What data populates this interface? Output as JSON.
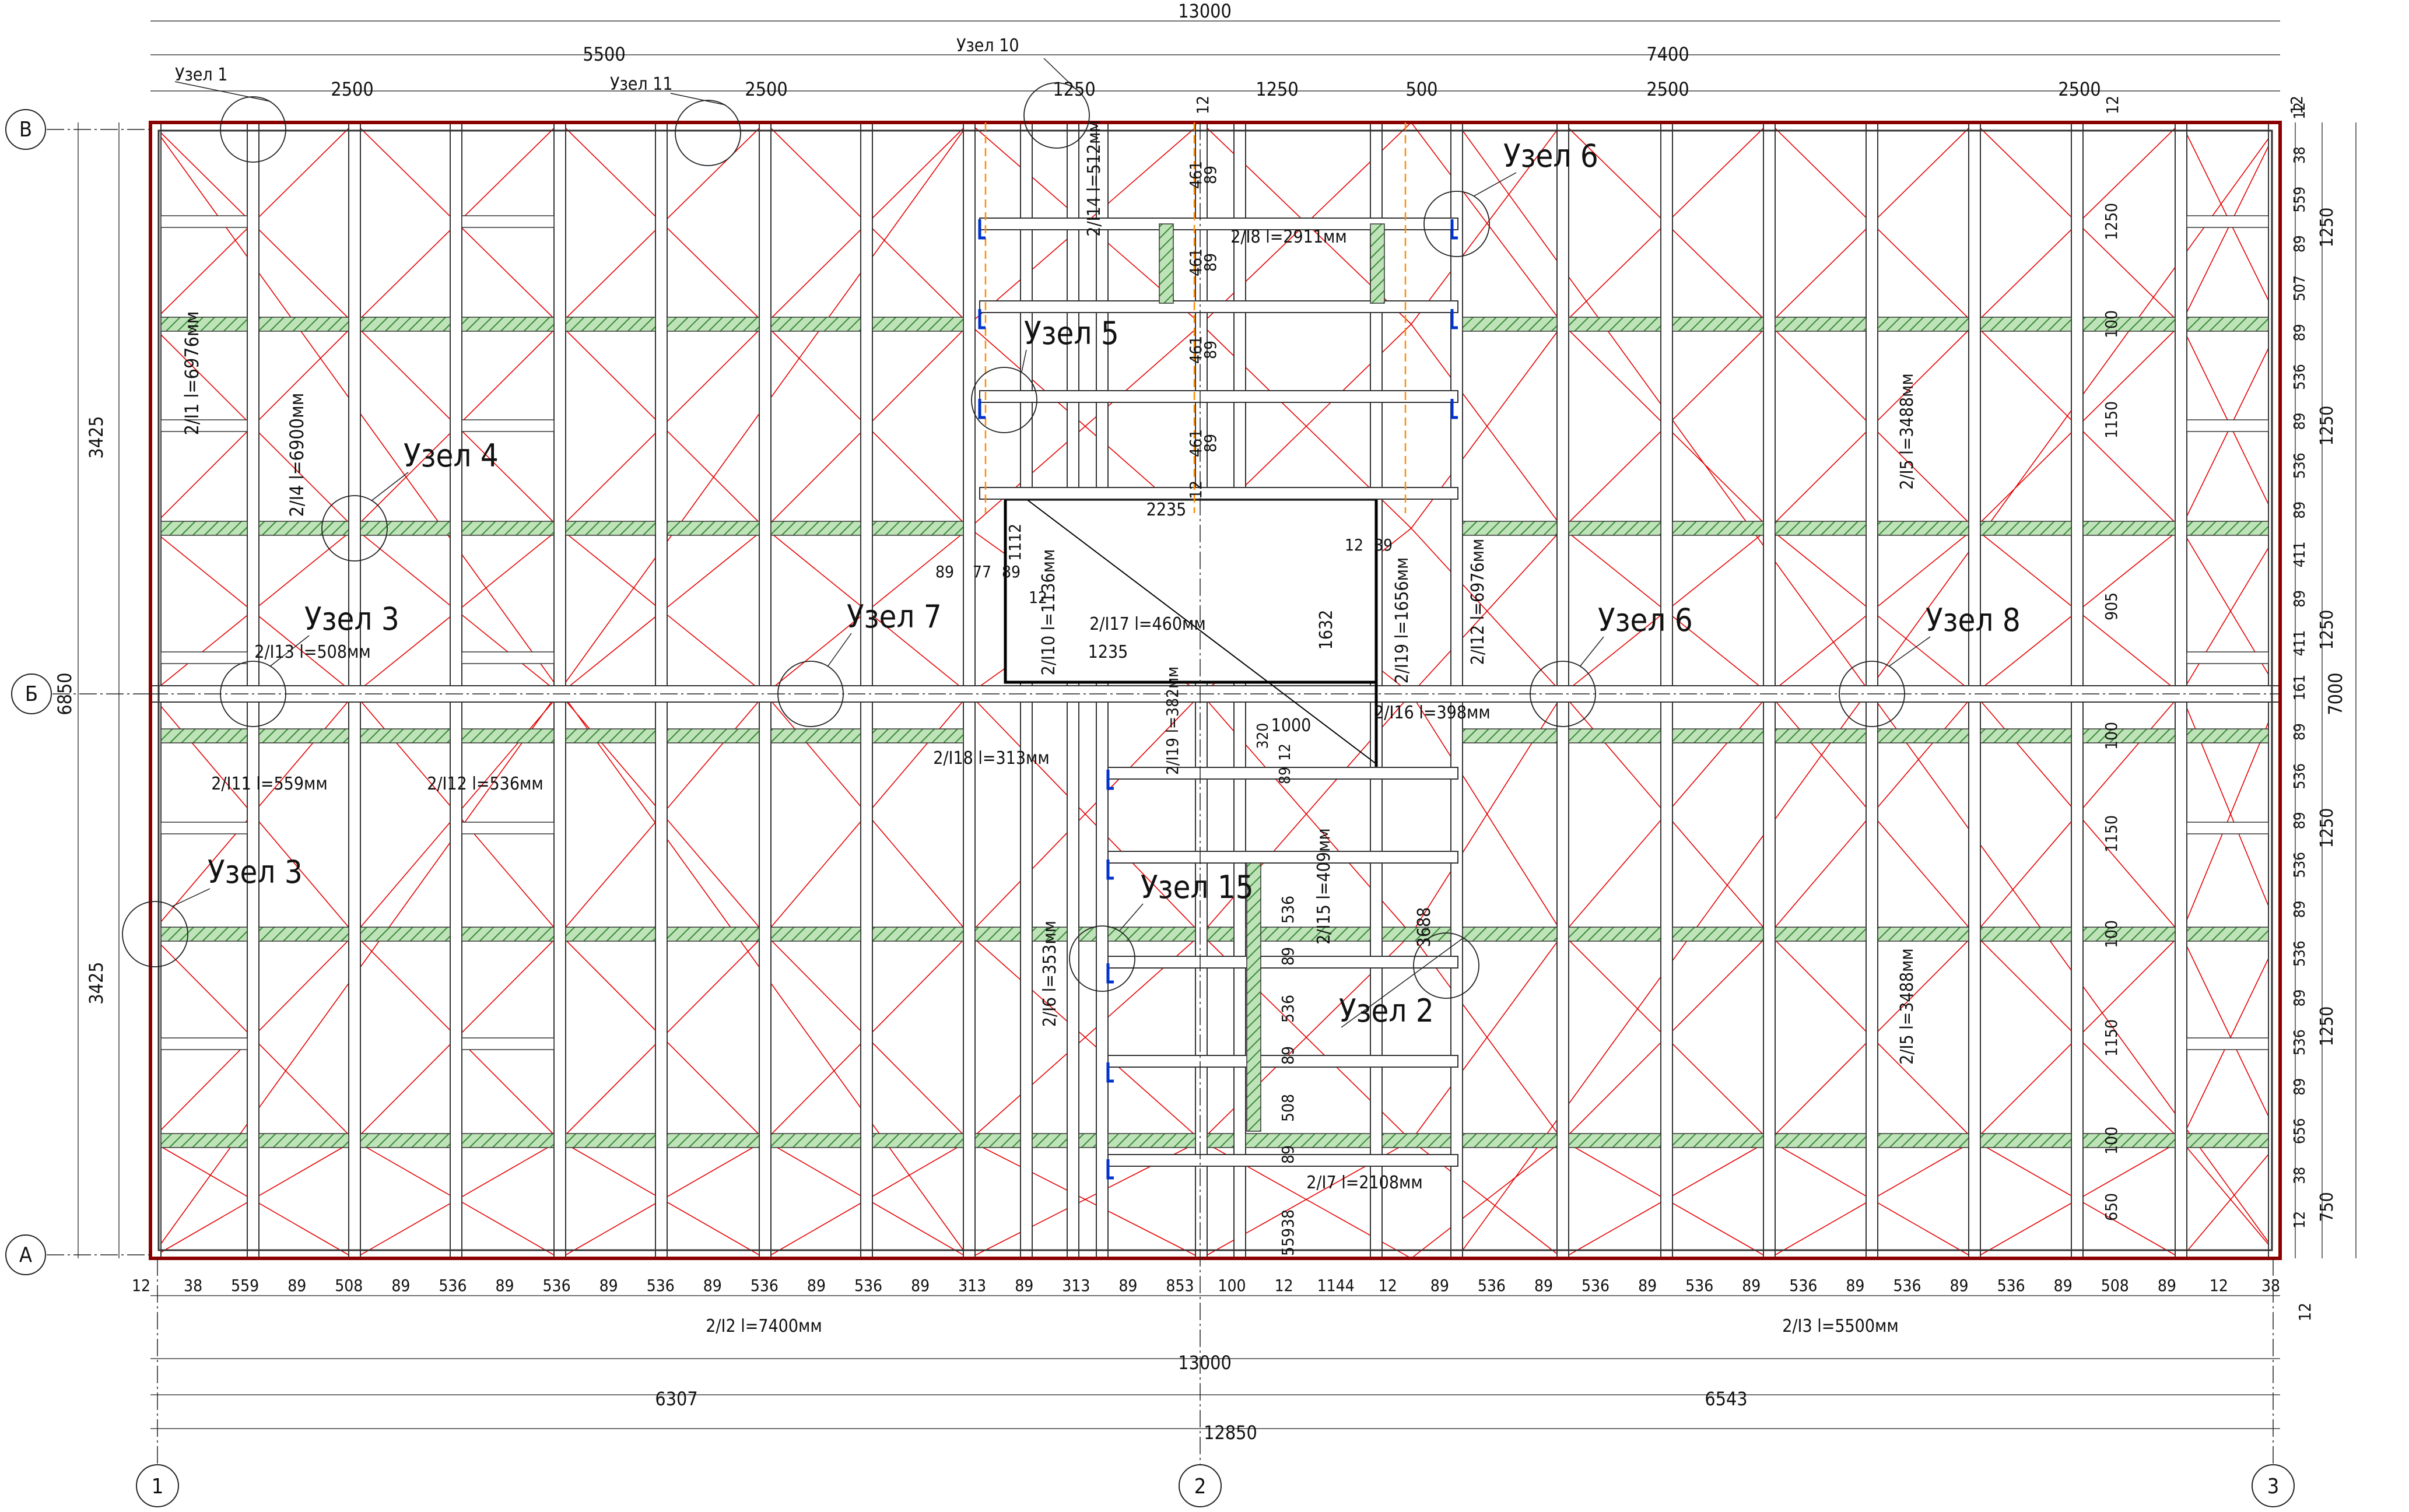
{
  "drawing": {
    "overall_width": "13000",
    "overall_height": "7000",
    "top_dims_level1": [
      "5500",
      "7400"
    ],
    "top_dims_level2": [
      "2500",
      "2500",
      "1250",
      "1250",
      "500",
      "2500",
      "2500"
    ],
    "top_small_dims": [
      "12",
      "12",
      "12"
    ],
    "left_dims_outer": [
      "6850"
    ],
    "left_dims_inner": [
      "3425",
      "3425"
    ],
    "right_dims_outer": [
      "7000"
    ],
    "right_dims_mid": [
      "1250",
      "1250",
      "1250",
      "1250",
      "1250",
      "750"
    ],
    "right_dims_inner": [
      "12",
      "38",
      "559",
      "89",
      "507",
      "89",
      "536",
      "89",
      "536",
      "89",
      "411",
      "89",
      "411",
      "161",
      "89",
      "536",
      "89",
      "536",
      "89",
      "536",
      "89",
      "536",
      "89",
      "656",
      "38",
      "12"
    ],
    "bottom_dims_inner": [
      "12",
      "38",
      "559",
      "89",
      "508",
      "89",
      "536",
      "89",
      "536",
      "89",
      "536",
      "89",
      "536",
      "89",
      "536",
      "89",
      "313",
      "89",
      "313",
      "89",
      "853",
      "100",
      "12",
      "1144",
      "12",
      "89",
      "536",
      "89",
      "536",
      "89",
      "536",
      "89",
      "536",
      "89",
      "536",
      "89",
      "536",
      "89",
      "508",
      "89",
      "12",
      "38"
    ],
    "bottom_right_extra": "12",
    "bottom_dims_total": "13000",
    "bottom_dims_parts": [
      "6307",
      "6543"
    ],
    "bottom_dims_grid": "12850",
    "axes_rows": [
      "В",
      "Б",
      "А"
    ],
    "axes_cols": [
      "1",
      "2",
      "3"
    ],
    "nodes": [
      "Узел 1",
      "Узел 11",
      "Узел 10",
      "Узел 6",
      "Узел 5",
      "Узел 4",
      "Узел 3",
      "Узел 7",
      "Узел 6",
      "Узел 8",
      "Узел 3",
      "Узел 15",
      "Узел 2"
    ],
    "element_labels": [
      "2/I1 l=6976мм",
      "2/I4 l=6900мм",
      "2/I13 l=508мм",
      "2/I11 l=559мм",
      "2/I12 l=536мм",
      "2/I14 l=512мм",
      "2/I8 l=2911мм",
      "2/I10 l=1136мм",
      "2/I17 l=460мм",
      "2/I19 l=1656мм",
      "2/I12 l=6976мм",
      "2/I5 l=3488мм",
      "2/I5 l=3488мм",
      "2/I16 l=398мм",
      "2/I19 l=382мм",
      "2/I18 l=313мм",
      "2/I6 l=353мм",
      "2/I15 l=409мм",
      "2/I7 l=2108мм",
      "2/I2 l=7400мм",
      "2/I3 l=5500мм"
    ],
    "opening_dims": [
      "2235",
      "1112",
      "89",
      "77",
      "89",
      "12",
      "1235",
      "1632",
      "12",
      "89",
      "1000",
      "12",
      "89",
      "320",
      "3688"
    ],
    "stair_dims": [
      "461",
      "89",
      "461",
      "89",
      "461",
      "89",
      "461",
      "89",
      "12",
      "536",
      "89",
      "536",
      "89",
      "508",
      "89",
      "38",
      "559",
      "1250",
      "1150",
      "100",
      "905",
      "100",
      "1150",
      "100",
      "1150",
      "100",
      "650"
    ],
    "colors": {
      "frame": "#8b0000",
      "red_line": "#e60000",
      "board": "#333333",
      "block": "#2e8b2e",
      "blue": "#0033cc",
      "orange": "#ff8c00"
    }
  }
}
